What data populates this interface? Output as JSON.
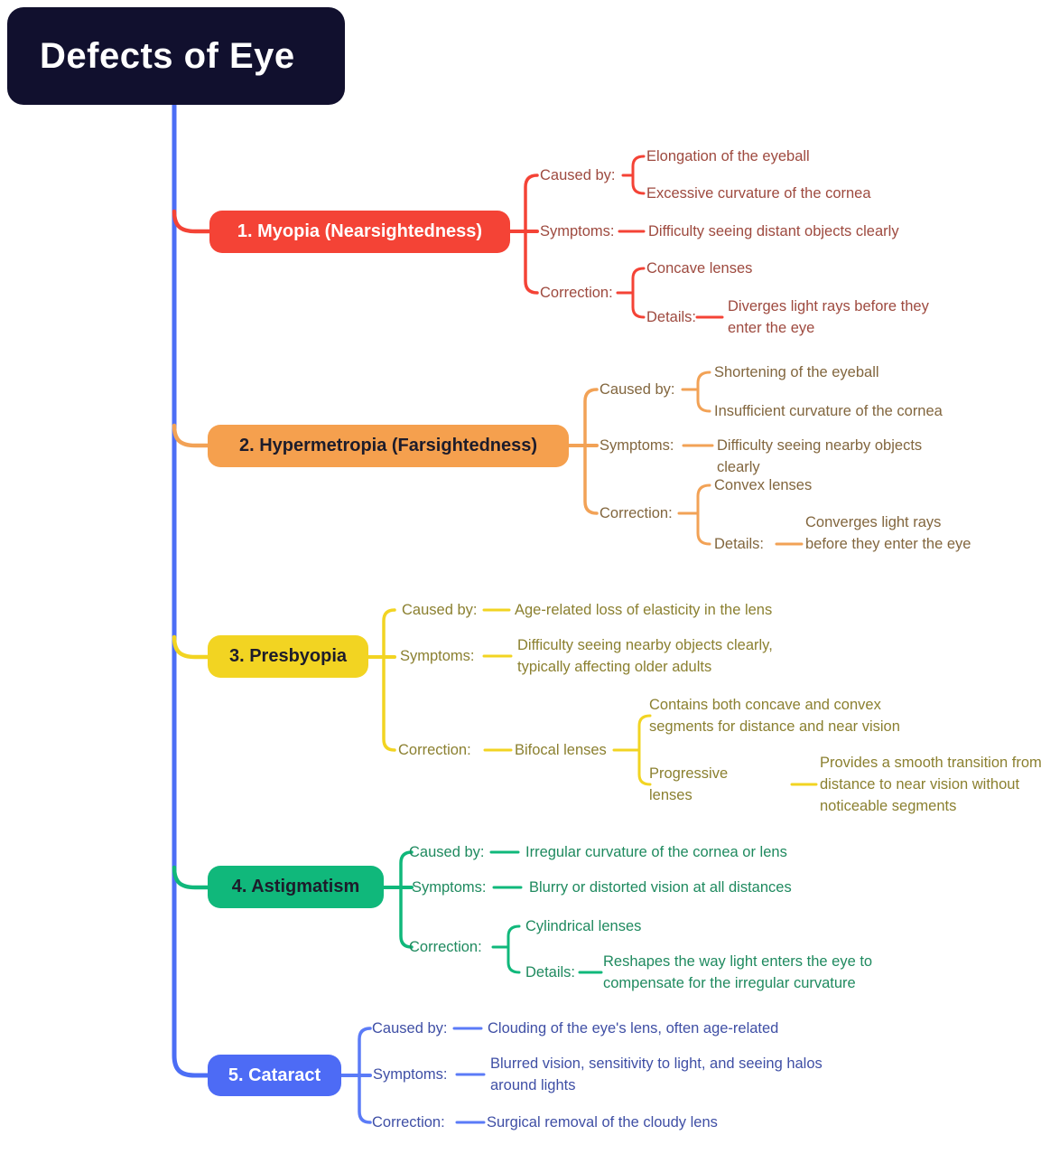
{
  "title": "Defects of Eye",
  "labels": {
    "caused_by": "Caused by:",
    "symptoms": "Symptoms:",
    "correction": "Correction:",
    "details": "Details:"
  },
  "colors": {
    "background": "#ffffff",
    "title_bg": "#11102e",
    "spine": "#4c6ef5",
    "myopia": "#f44336",
    "hypermetropia": "#f5a04e",
    "presbyopia": "#f2d422",
    "astigmatism": "#10b87b",
    "cataract": "#4d6bf5"
  },
  "branches": [
    {
      "name": "1. Myopia (Nearsightedness)",
      "caused_by": [
        "Elongation of the eyeball",
        "Excessive curvature of the cornea"
      ],
      "symptoms": "Difficulty seeing distant objects clearly",
      "correction": "Concave lenses",
      "details": "Diverges light rays before they enter the eye"
    },
    {
      "name": "2. Hypermetropia (Farsightedness)",
      "caused_by": [
        "Shortening of the eyeball",
        "Insufficient curvature of the cornea"
      ],
      "symptoms": "Difficulty seeing nearby objects clearly",
      "correction": "Convex lenses",
      "details": "Converges light rays before they enter the eye"
    },
    {
      "name": "3. Presbyopia",
      "caused_by": "Age-related loss of elasticity in the lens",
      "symptoms": "Difficulty seeing nearby objects clearly, typically affecting older adults",
      "correction": "Bifocal lenses",
      "bifocal_note": "Contains both concave and convex segments for distance and near vision",
      "progressive_label": "Progressive lenses",
      "progressive_note": "Provides a smooth transition from distance to near vision without noticeable segments"
    },
    {
      "name": "4. Astigmatism",
      "caused_by": "Irregular curvature of the cornea or lens",
      "symptoms": "Blurry or distorted vision at all distances",
      "correction": "Cylindrical lenses",
      "details": "Reshapes the way light enters the eye to compensate for the irregular curvature"
    },
    {
      "name": "5. Cataract",
      "caused_by": "Clouding of the eye's lens, often age-related",
      "symptoms": "Blurred vision, sensitivity to light, and seeing halos around lights",
      "correction": "Surgical removal of the cloudy lens"
    }
  ]
}
